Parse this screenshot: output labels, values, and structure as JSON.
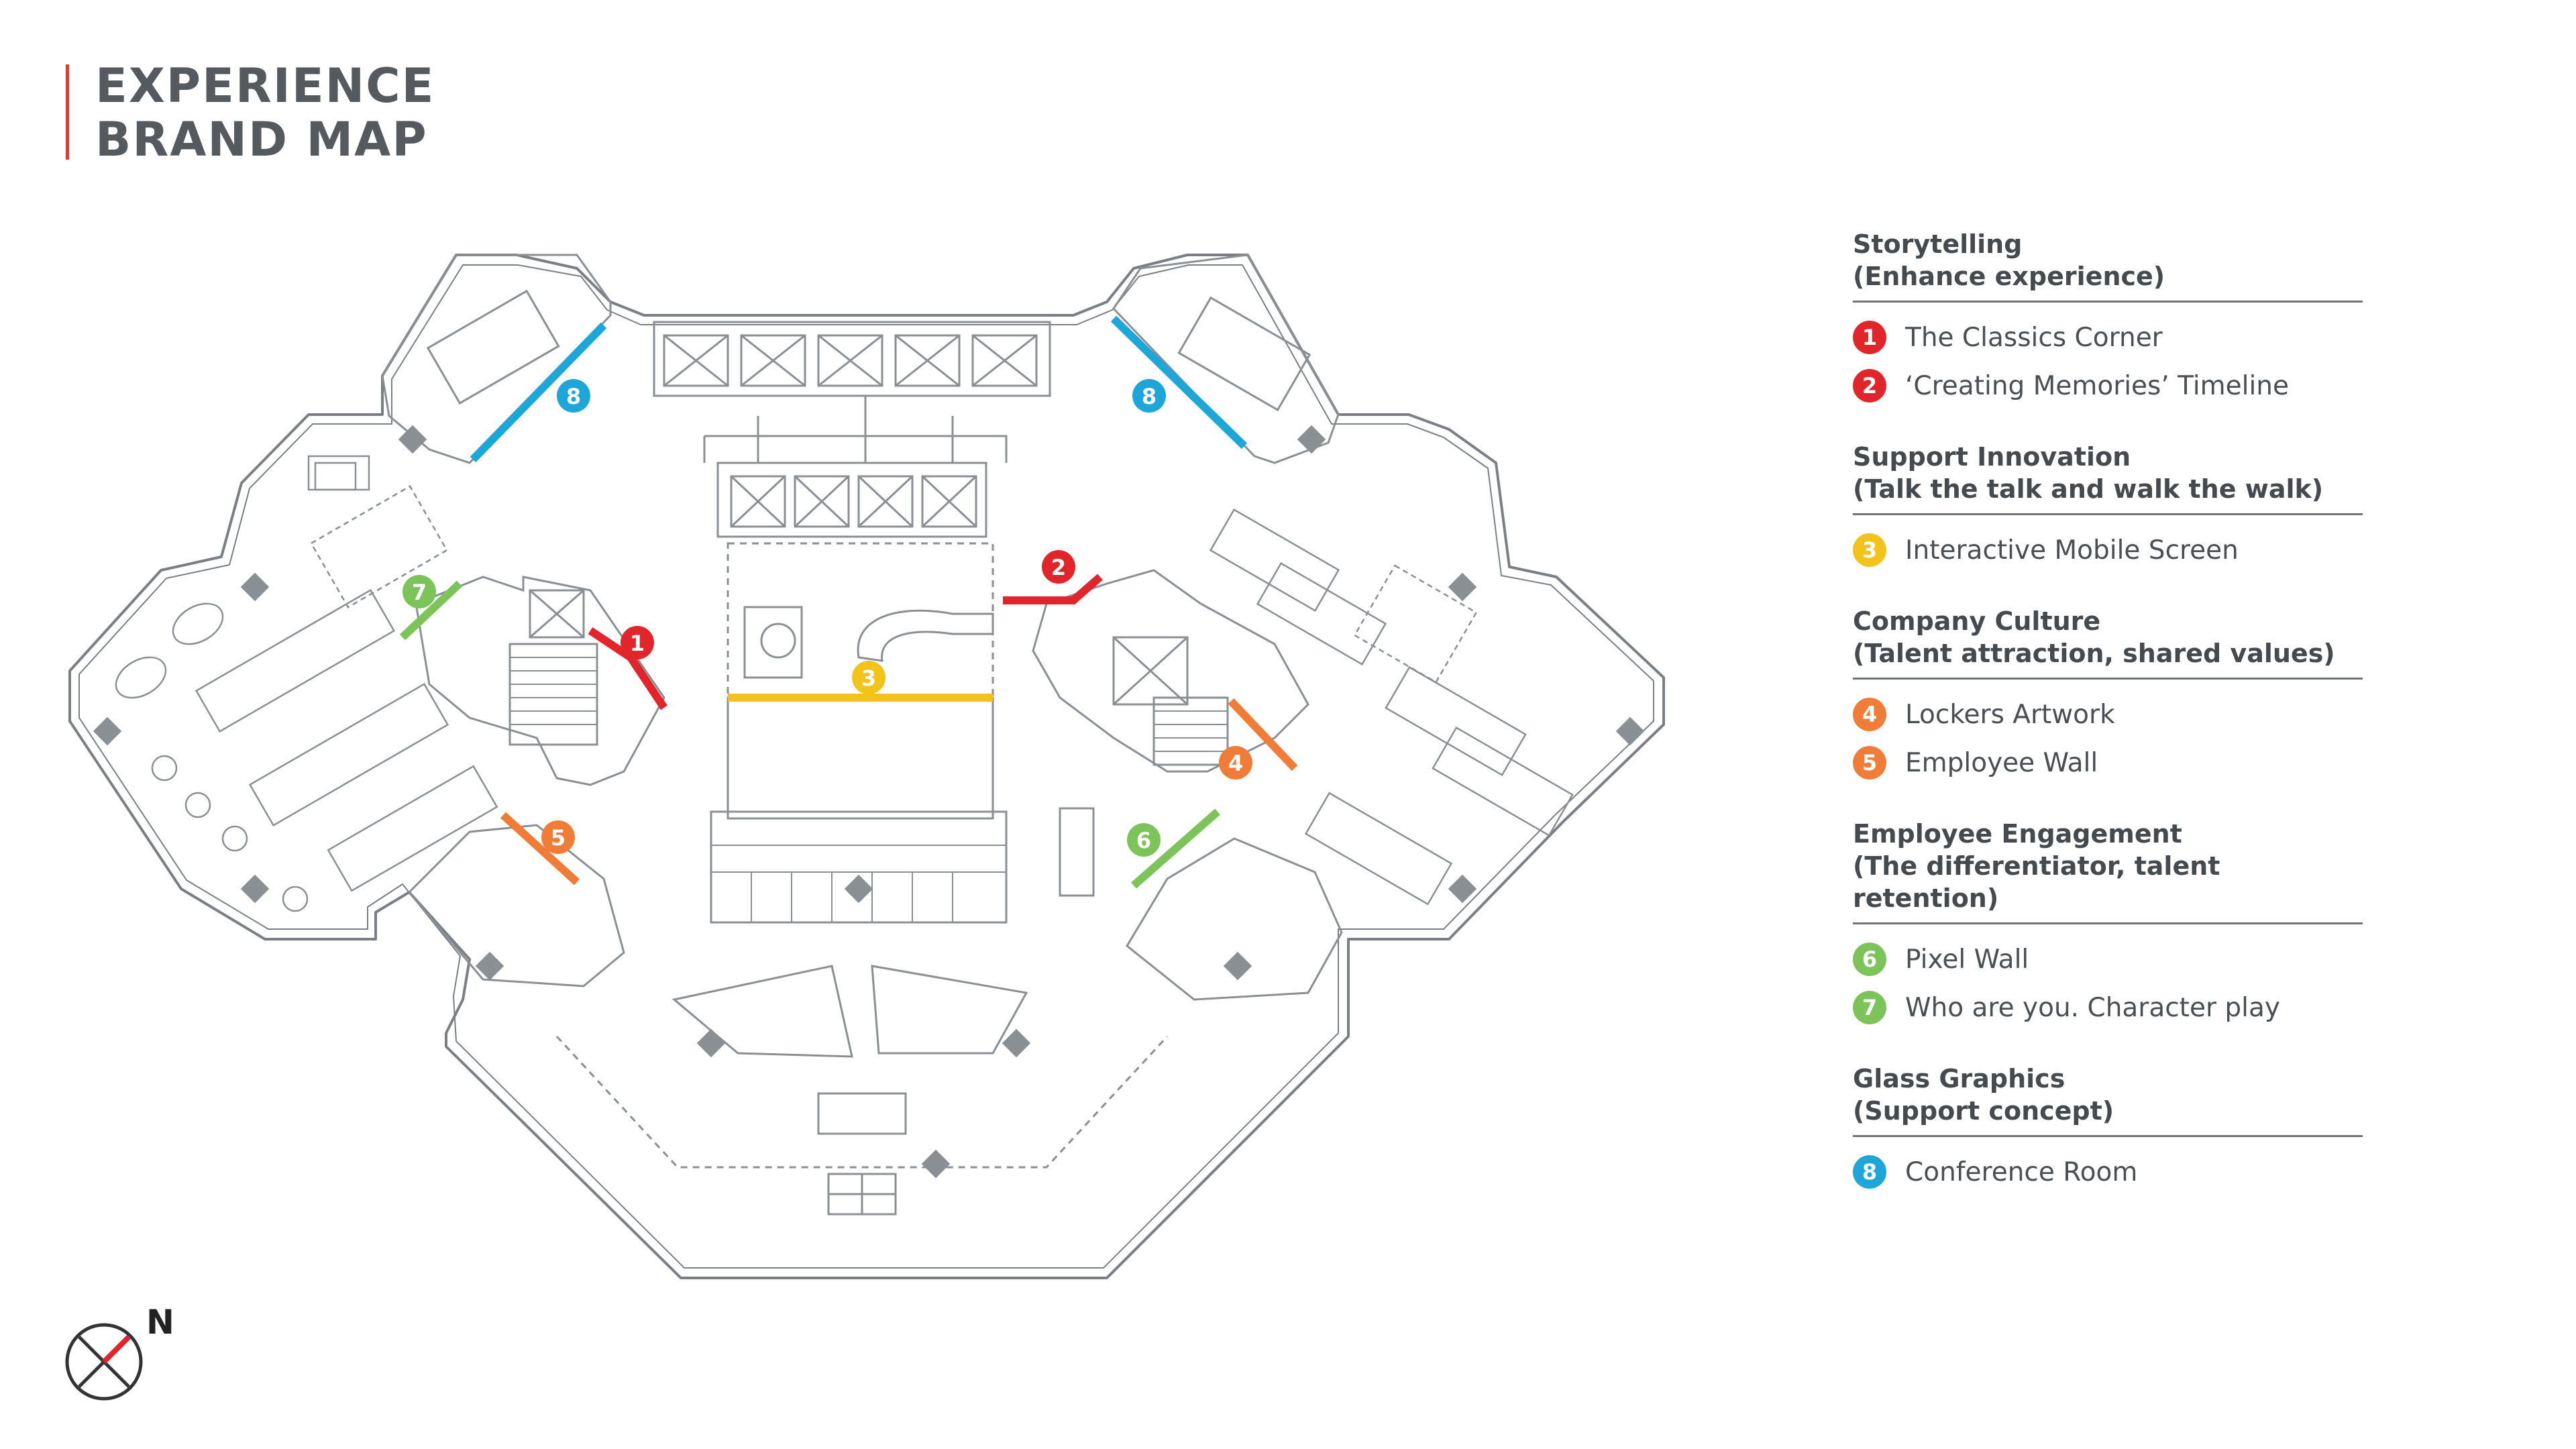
{
  "title": {
    "line1": "EXPERIENCE",
    "line2": "BRAND MAP"
  },
  "colors": {
    "red": "#e0262b",
    "yellow": "#f2c31a",
    "orange": "#ef7d38",
    "green": "#7cc35a",
    "blue": "#1fa6d8",
    "accent_bar": "#e53935",
    "linework": "#7a7f84"
  },
  "compass": {
    "label": "N",
    "icon": "north-arrow-icon"
  },
  "legend": [
    {
      "heading_line1": "Storytelling",
      "heading_line2": "(Enhance experience)",
      "items": [
        {
          "num": "1",
          "label": "The Classics Corner",
          "color": "red"
        },
        {
          "num": "2",
          "label": "‘Creating Memories’ Timeline",
          "color": "red"
        }
      ]
    },
    {
      "heading_line1": "Support Innovation",
      "heading_line2": "(Talk the talk and walk the walk)",
      "items": [
        {
          "num": "3",
          "label": "Interactive Mobile Screen",
          "color": "yellow"
        }
      ]
    },
    {
      "heading_line1": "Company Culture",
      "heading_line2": "(Talent attraction, shared values)",
      "items": [
        {
          "num": "4",
          "label": "Lockers Artwork",
          "color": "orange"
        },
        {
          "num": "5",
          "label": "Employee Wall",
          "color": "orange"
        }
      ]
    },
    {
      "heading_line1": "Employee Engagement",
      "heading_line2": "(The differentiator, talent retention)",
      "items": [
        {
          "num": "6",
          "label": "Pixel Wall",
          "color": "green"
        },
        {
          "num": "7",
          "label": "Who are you. Character play",
          "color": "green"
        }
      ]
    },
    {
      "heading_line1": "Glass Graphics",
      "heading_line2": "(Support concept)",
      "items": [
        {
          "num": "8",
          "label": "Conference Room",
          "color": "blue"
        }
      ]
    }
  ],
  "map_markers": [
    {
      "num": "1",
      "color": "red"
    },
    {
      "num": "2",
      "color": "red"
    },
    {
      "num": "3",
      "color": "yellow"
    },
    {
      "num": "4",
      "color": "orange"
    },
    {
      "num": "5",
      "color": "orange"
    },
    {
      "num": "6",
      "color": "green"
    },
    {
      "num": "7",
      "color": "green"
    },
    {
      "num": "8",
      "color": "blue"
    },
    {
      "num": "8",
      "color": "blue"
    }
  ]
}
